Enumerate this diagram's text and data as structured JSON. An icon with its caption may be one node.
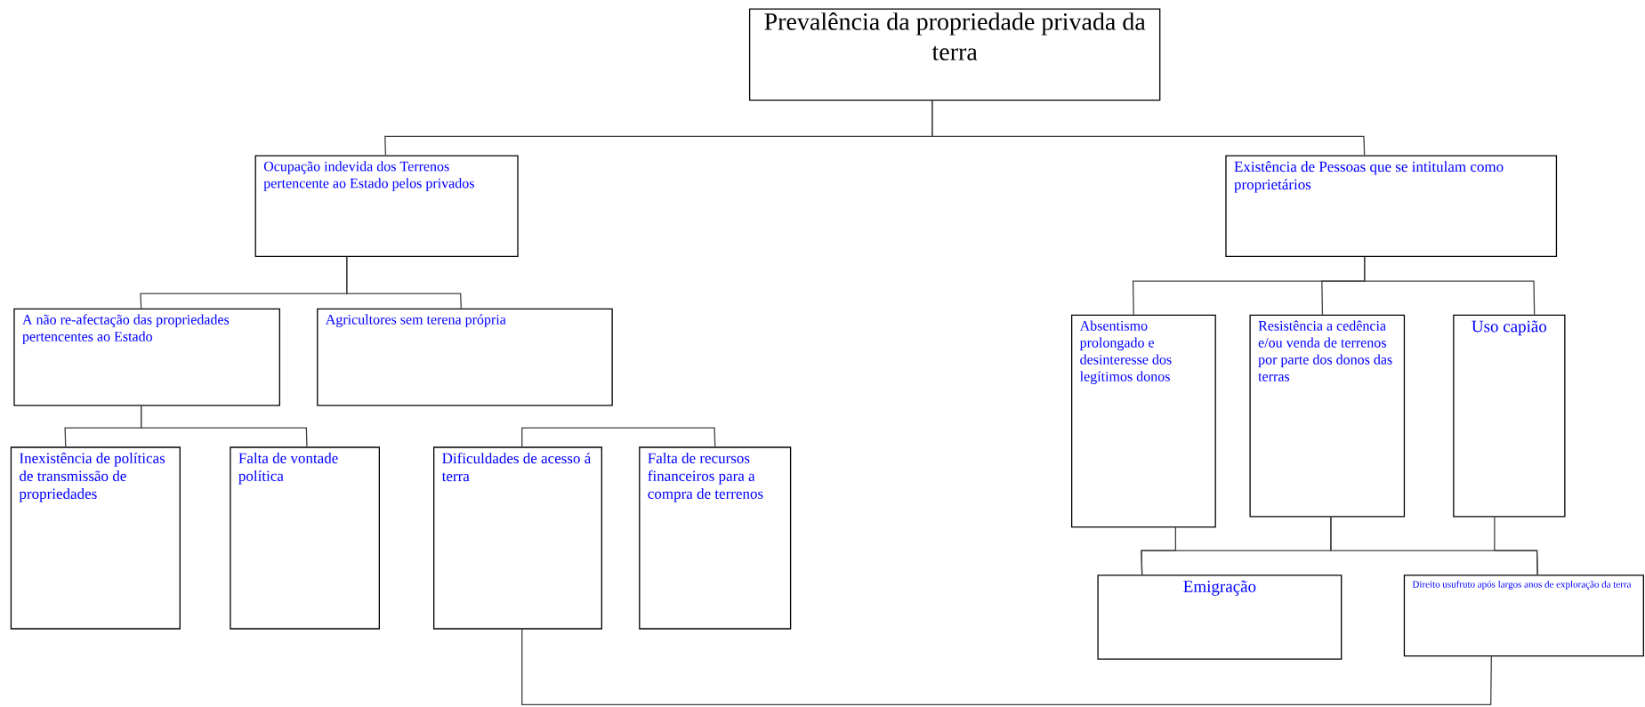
{
  "diagram": {
    "nodes": [
      {
        "text": [
          "Prevalência da propriedade privada da terra"
        ]
      },
      {
        "text": [
          "Ocupação indevida dos Terrenos pertencente ao Estado pelos privados"
        ]
      },
      {
        "text": [
          "Existência de Pessoas que se intitulam como proprietários"
        ]
      },
      {
        "text": [
          "A não re-afectação das propriedades pertencentes ao Estado"
        ]
      },
      {
        "text": [
          "Agricultores sem terena própria"
        ]
      },
      {
        "text": [
          "Inexistência de políticas de transmissão de propriedades"
        ]
      },
      {
        "text": [
          "Falta de vontade política"
        ]
      },
      {
        "text": [
          "Dificuldades de acesso á terra"
        ]
      },
      {
        "text": [
          "Falta de recursos financeiros para a compra de terrenos"
        ]
      },
      {
        "text": [
          "Absentismo prolongado e desinteresse dos legítimos donos"
        ]
      },
      {
        "text": [
          "Resistência a cedência e/ou venda de terrenos por parte dos donos das terras"
        ]
      },
      {
        "text": [
          "Uso capião"
        ]
      },
      {
        "text": [
          "Emigração"
        ]
      },
      {
        "text": [
          "Direito usufruto após largos anos de exploração da terra"
        ]
      }
    ],
    "edges": [
      {
        "from": 0,
        "to": 1,
        "arrow": "none"
      },
      {
        "from": 0,
        "to": 2,
        "arrow": "none"
      },
      {
        "from": 1,
        "to": 3,
        "arrow": "none"
      },
      {
        "from": 1,
        "to": 4,
        "arrow": "none"
      },
      {
        "from": 3,
        "to": 5,
        "arrow": "none"
      },
      {
        "from": 3,
        "to": 6,
        "arrow": "none"
      },
      {
        "from": 7,
        "to": 8,
        "arrow": "none"
      },
      {
        "from": 2,
        "to": 9,
        "arrow": "none"
      },
      {
        "from": 2,
        "to": 10,
        "arrow": "none"
      },
      {
        "from": 2,
        "to": 11,
        "arrow": "none"
      },
      {
        "from": 9,
        "to": 12,
        "arrow": "none"
      },
      {
        "from": 10,
        "to": 12,
        "arrow": "none"
      },
      {
        "from": 10,
        "to": 13,
        "arrow": "none"
      },
      {
        "from": 11,
        "to": 13,
        "arrow": "none"
      },
      {
        "from": 7,
        "to": 13,
        "arrow": "none"
      }
    ]
  }
}
